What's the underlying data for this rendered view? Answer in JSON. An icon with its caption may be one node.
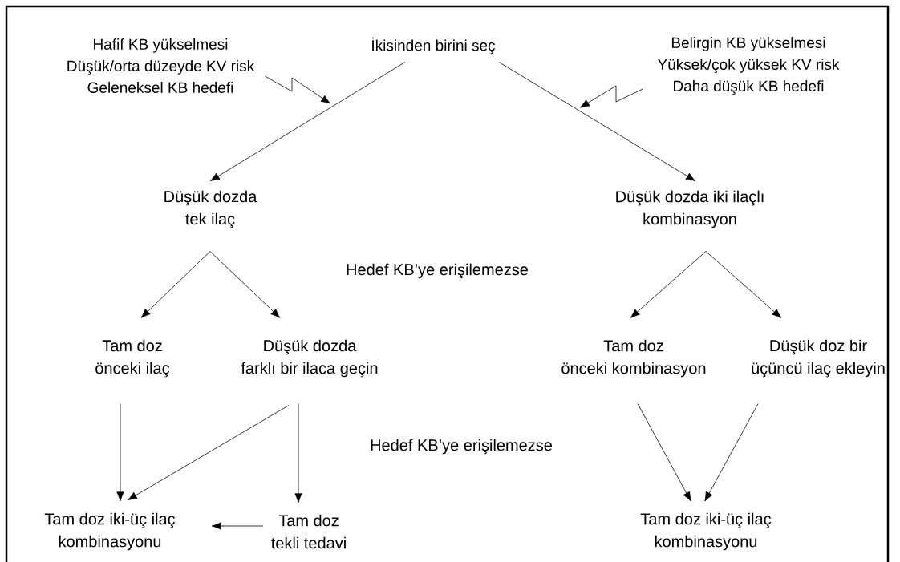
{
  "diagram": {
    "nodes": [
      {
        "text": [
          "İkisinden birini seç"
        ]
      },
      {
        "text": [
          "Hafif KB yükselmesi",
          "Düşük/orta düzeyde KV risk",
          "Geleneksel KB hedefi"
        ]
      },
      {
        "text": [
          "Belirgin KB yükselmesi",
          "Yüksek/çok yüksek KV risk",
          "Daha düşük KB hedefi"
        ]
      },
      {
        "text": [
          "Düşük dozda tek ilaç"
        ]
      },
      {
        "text": [
          "Düşük dozda iki ilaçlı kombinasyon"
        ]
      },
      {
        "text": [
          "Tam doz önceki ilaç"
        ]
      },
      {
        "text": [
          "Düşük dozda farklı bir ilaca geçin"
        ]
      },
      {
        "text": [
          "Tam doz önceki kombinasyon"
        ]
      },
      {
        "text": [
          "Düşük doz bir üçüncü ilaç ekleyin"
        ]
      },
      {
        "text": [
          "Tam doz iki-üç ilaç kombinasyonu"
        ]
      },
      {
        "text": [
          "Tam doz tekli tedavi"
        ]
      },
      {
        "text": [
          "Tam doz iki-üç ilaç kombinasyonu"
        ]
      }
    ],
    "edges": [
      {
        "from": 0,
        "to": 3,
        "arrow": "to"
      },
      {
        "from": 0,
        "to": 4,
        "arrow": "to"
      },
      {
        "from": 1,
        "to": null,
        "arrow": "to"
      },
      {
        "from": 2,
        "to": null,
        "arrow": "to"
      },
      {
        "from": 3,
        "to": 5,
        "arrow": "to"
      },
      {
        "from": 3,
        "to": 6,
        "arrow": "to"
      },
      {
        "from": 4,
        "to": 7,
        "arrow": "to"
      },
      {
        "from": 4,
        "to": 8,
        "arrow": "to"
      },
      {
        "from": 5,
        "to": 9,
        "arrow": "to"
      },
      {
        "from": 6,
        "to": 9,
        "arrow": "to"
      },
      {
        "from": 6,
        "to": 10,
        "arrow": "to"
      },
      {
        "from": 10,
        "to": 9,
        "arrow": "to"
      },
      {
        "from": 7,
        "to": 11,
        "arrow": "to"
      },
      {
        "from": 8,
        "to": 11,
        "arrow": "to"
      }
    ],
    "labels": [
      "Hedef KB’ye erişilemezse",
      "Hedef KB’ye erişilemezse"
    ]
  }
}
